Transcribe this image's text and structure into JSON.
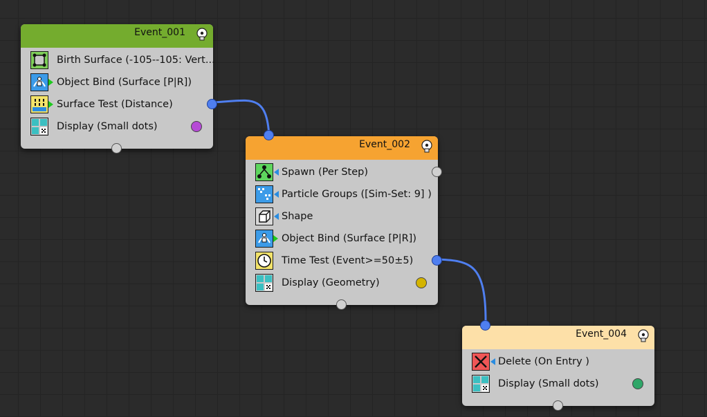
{
  "colors": {
    "event1_header": "#74ac2e",
    "event2_header": "#f6a331",
    "event3_header": "#fde0a8",
    "wire": "#4f7ff0",
    "display_dot_1": "#b64ad6",
    "display_dot_2": "#d4b400",
    "display_dot_3": "#2fa668"
  },
  "events": [
    {
      "title": "Event_001",
      "operators": [
        {
          "label": "Birth Surface (-105--105: Vert...",
          "icon": "birth-surface-icon"
        },
        {
          "label": "Object Bind (Surface [P|R])",
          "icon": "object-bind-icon"
        },
        {
          "label": "Surface Test (Distance)",
          "icon": "surface-test-icon"
        },
        {
          "label": "Display (Small dots)",
          "icon": "display-icon"
        }
      ]
    },
    {
      "title": "Event_002",
      "operators": [
        {
          "label": "Spawn (Per Step)",
          "icon": "spawn-icon"
        },
        {
          "label": "Particle Groups ([Sim-Set: 9] )",
          "icon": "particle-groups-icon"
        },
        {
          "label": "Shape",
          "icon": "shape-icon"
        },
        {
          "label": "Object Bind (Surface [P|R])",
          "icon": "object-bind-icon"
        },
        {
          "label": "Time Test (Event>=50±5)",
          "icon": "clock-icon"
        },
        {
          "label": "Display (Geometry)",
          "icon": "display-icon"
        }
      ]
    },
    {
      "title": "Event_004",
      "operators": [
        {
          "label": "Delete (On Entry )",
          "icon": "delete-icon"
        },
        {
          "label": "Display (Small dots)",
          "icon": "display-icon"
        }
      ]
    }
  ]
}
